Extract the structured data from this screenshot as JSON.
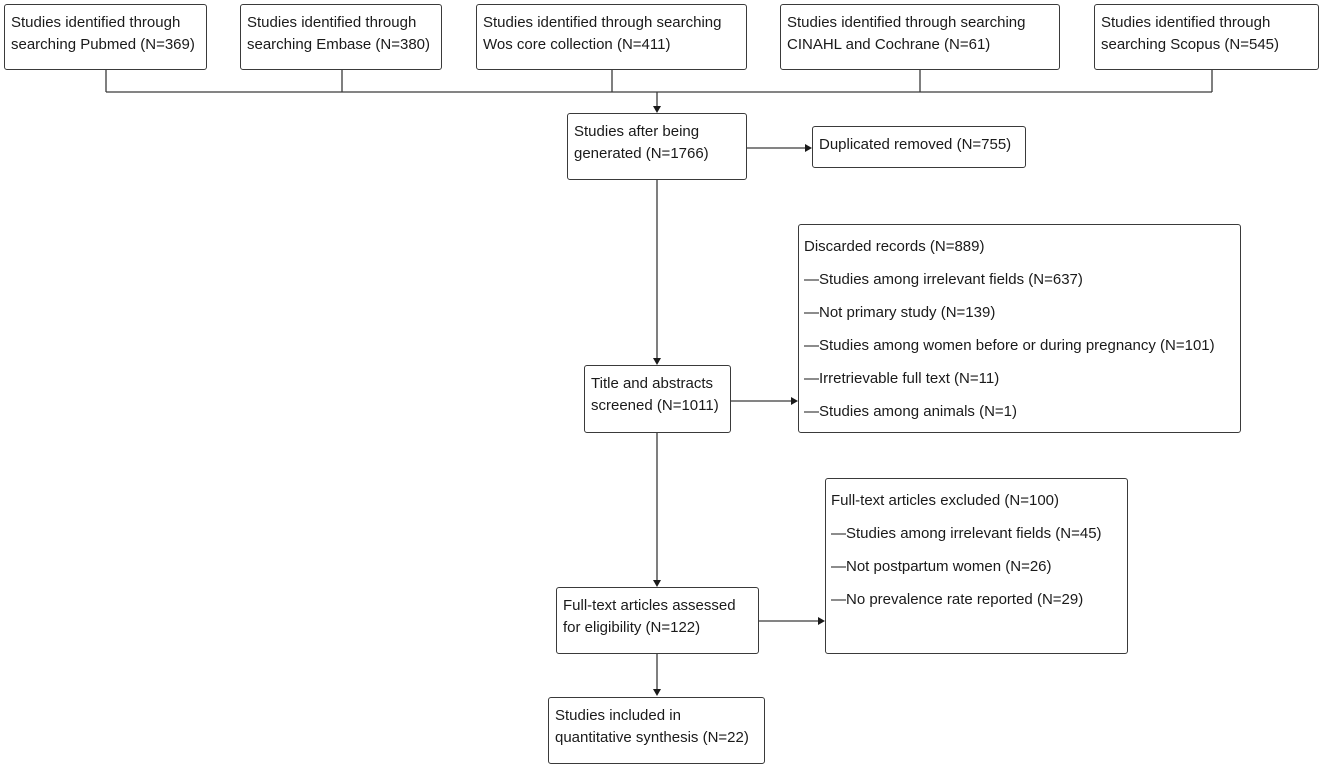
{
  "sources": [
    {
      "line1": "Studies identified through",
      "line2": "searching Pubmed (N=369)"
    },
    {
      "line1": "Studies identified through",
      "line2": "searching Embase (N=380)"
    },
    {
      "line1": "Studies identified through searching",
      "line2": "Wos core collection (N=411)"
    },
    {
      "line1": "Studies identified through searching",
      "line2": "CINAHL and Cochrane (N=61)"
    },
    {
      "line1": "Studies identified through",
      "line2": "searching Scopus (N=545)"
    }
  ],
  "generated": {
    "line1": "Studies after being",
    "line2": "generated (N=1766)"
  },
  "duplicates": {
    "text": "Duplicated removed (N=755)"
  },
  "screened": {
    "line1": "Title and abstracts",
    "line2": "screened (N=1011)"
  },
  "discarded": {
    "title": "Discarded records (N=889)",
    "items": [
      "—Studies among irrelevant fields (N=637)",
      "—Not primary study (N=139)",
      "—Studies among women before or during pregnancy (N=101)",
      "—Irretrievable full text (N=11)",
      "—Studies among animals (N=1)"
    ]
  },
  "fulltext": {
    "line1": "Full-text articles assessed",
    "line2": "for eligibility (N=122)"
  },
  "fulltext_excluded": {
    "title": "Full-text articles excluded (N=100)",
    "items": [
      "—Studies among irrelevant fields (N=45)",
      "—Not postpartum women (N=26)",
      "—No prevalence rate reported (N=29)"
    ]
  },
  "included": {
    "line1": "Studies included in",
    "line2": "quantitative synthesis (N=22)"
  }
}
